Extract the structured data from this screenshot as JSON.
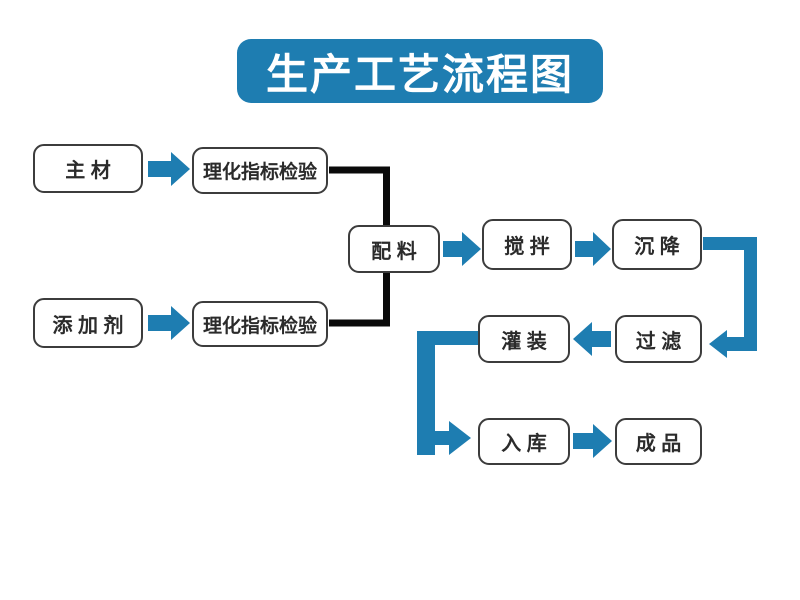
{
  "title": "生产工艺流程图",
  "colors": {
    "accent_blue": "#1E7DB1",
    "connector_black": "#0A0A0A",
    "box_border": "#3C3C3C",
    "text_dark": "#2B2B2B",
    "background": "#FFFFFF"
  },
  "nodes": {
    "main_material": "主 材",
    "inspection_top": "理化指标检验",
    "additive": "添 加 剂",
    "inspection_bottom": "理化指标检验",
    "batching": "配 料",
    "stirring": "搅 拌",
    "settling": "沉 降",
    "filtering": "过 滤",
    "filling": "灌 装",
    "warehousing": "入 库",
    "finished": "成 品"
  },
  "edges": [
    {
      "from": "main_material",
      "to": "inspection_top",
      "style": "blue-block-arrow"
    },
    {
      "from": "additive",
      "to": "inspection_bottom",
      "style": "blue-block-arrow"
    },
    {
      "from": "inspection_top",
      "to": "batching",
      "style": "black-elbow-line"
    },
    {
      "from": "inspection_bottom",
      "to": "batching",
      "style": "black-elbow-line"
    },
    {
      "from": "batching",
      "to": "stirring",
      "style": "blue-block-arrow"
    },
    {
      "from": "stirring",
      "to": "settling",
      "style": "blue-block-arrow"
    },
    {
      "from": "settling",
      "to": "filtering",
      "style": "blue-elbow-arrow"
    },
    {
      "from": "filtering",
      "to": "filling",
      "style": "blue-block-arrow"
    },
    {
      "from": "filling",
      "to": "warehousing",
      "style": "blue-elbow-arrow"
    },
    {
      "from": "warehousing",
      "to": "finished",
      "style": "blue-block-arrow"
    }
  ]
}
